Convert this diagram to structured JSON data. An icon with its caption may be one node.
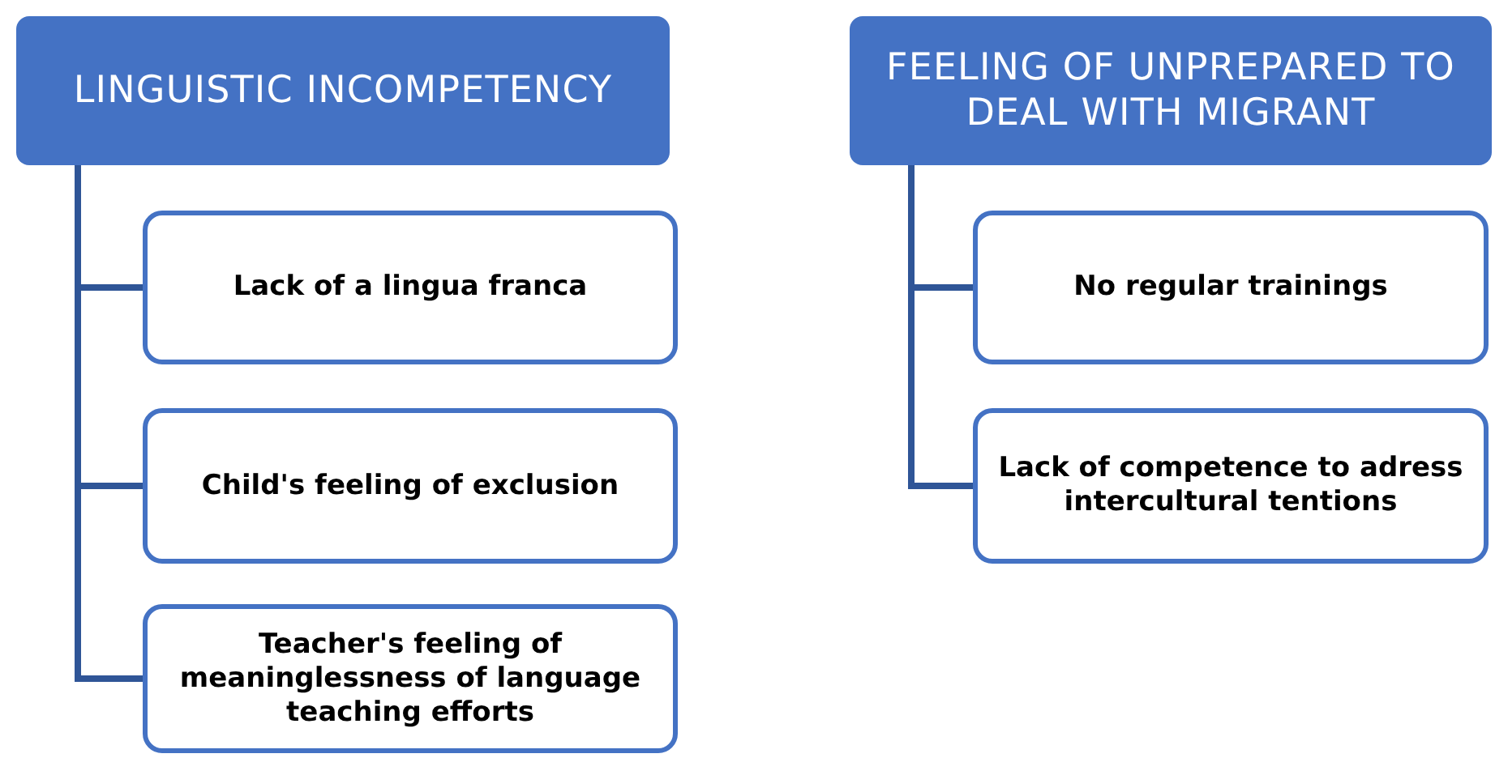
{
  "diagram": {
    "nodes": [
      {
        "text": [
          "LINGUISTIC INCOMPETENCY"
        ]
      },
      {
        "text": [
          "Lack of a lingua franca"
        ]
      },
      {
        "text": [
          "Child's feeling of exclusion"
        ]
      },
      {
        "text": [
          "Teacher's feeling of meaninglessness of language teaching efforts"
        ]
      },
      {
        "text": [
          "FEELING OF UNPREPARED TO DEAL WITH MIGRANT"
        ]
      },
      {
        "text": [
          "No regular trainings"
        ]
      },
      {
        "text": [
          "Lack of competence to adress intercultural tentions"
        ]
      }
    ],
    "edges": [
      {
        "from": 0,
        "to": 1,
        "arrow": "none"
      },
      {
        "from": 0,
        "to": 2,
        "arrow": "none"
      },
      {
        "from": 0,
        "to": 3,
        "arrow": "none"
      },
      {
        "from": 4,
        "to": 5,
        "arrow": "none"
      },
      {
        "from": 4,
        "to": 6,
        "arrow": "none"
      }
    ]
  }
}
